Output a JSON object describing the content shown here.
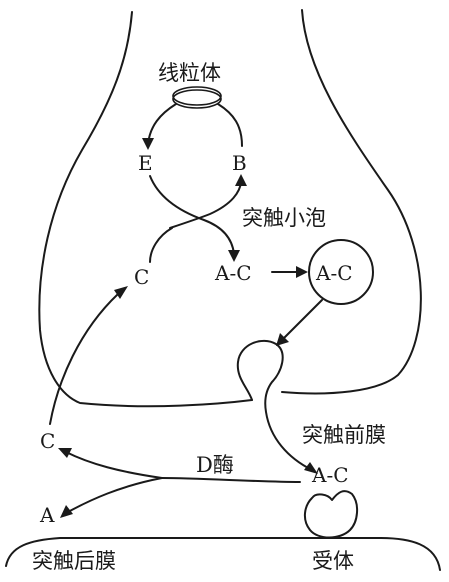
{
  "labels": {
    "mitochondria": "线粒体",
    "synaptic_vesicle": "突触小泡",
    "presynaptic_membrane": "突触前膜",
    "postsynaptic_membrane": "突触后膜",
    "receptor": "受体",
    "enzyme": "D酶"
  },
  "letters": {
    "E": "E",
    "B": "B",
    "C_upper": "C",
    "AC_cytoplasm": "A-C",
    "AC_vesicle": "A-C",
    "C_lower": "C",
    "AC_cleft": "A-C",
    "A": "A"
  }
}
